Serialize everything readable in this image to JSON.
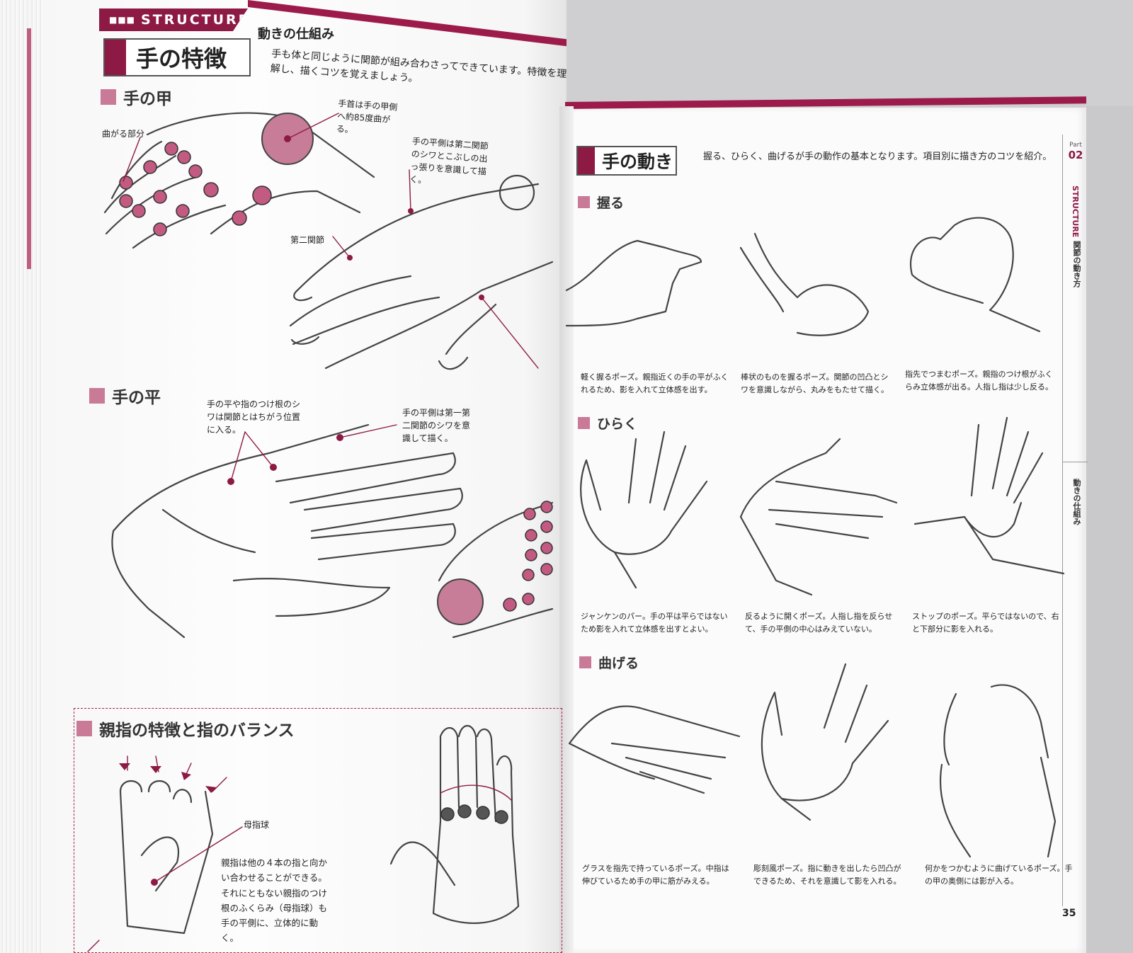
{
  "header": {
    "structure_label": "STRUCTURE",
    "section_caption": "動きの仕組み",
    "part_label": "Part",
    "part_number": "02",
    "side_structure": "STRUCTURE",
    "side_topic": "関節の動き方",
    "side_chapter": "動きの仕組み",
    "page_number": "35"
  },
  "left": {
    "title": "手の特徴",
    "lead": "手も体と同じように関節が組み合わさってできています。特徴を理解し、描くコツを覚えましょう。",
    "back": {
      "heading": "手の甲",
      "bend_label": "曲がる部分",
      "wrist_note": "手首は手の甲側へ約85度曲がる。",
      "palm_side_note": "手の平側は第二関節のシワとこぶしの出っ張りを意識して描く。",
      "second_joint_label": "第二関節"
    },
    "palm": {
      "heading": "手の平",
      "crease_note": "手の平や指のつけ根のシワは関節とはちがう位置に入る。",
      "palm_side_note": "手の平側は第一第二関節のシワを意識して描く。"
    },
    "balance": {
      "heading": "親指の特徴と指のバランス",
      "thenar_label": "母指球",
      "thumb_note": "親指は他の４本の指と向かい合わせることができる。それにともない親指のつけ根のふくらみ（母指球）も手の平側に、立体的に動く。"
    }
  },
  "right": {
    "title": "手の動き",
    "lead": "握る、ひらく、曲げるが手の動作の基本となります。項目別に描き方のコツを紹介。",
    "sections": [
      {
        "heading": "握る",
        "captions": [
          "軽く握るポーズ。親指近くの手の平がふくれるため、影を入れて立体感を出す。",
          "棒状のものを握るポーズ。関節の凹凸とシワを意識しながら、丸みをもたせて描く。",
          "指先でつまむポーズ。親指のつけ根がふくらみ立体感が出る。人指し指は少し反る。"
        ]
      },
      {
        "heading": "ひらく",
        "captions": [
          "ジャンケンのパー。手の平は平らではないため影を入れて立体感を出すとよい。",
          "反るように開くポーズ。人指し指を反らせて、手の平側の中心はみえていない。",
          "ストップのポーズ。平らではないので、右と下部分に影を入れる。"
        ]
      },
      {
        "heading": "曲げる",
        "captions": [
          "グラスを指先で持っているポーズ。中指は伸びているため手の甲に筋がみえる。",
          "彫刻風ポーズ。指に動きを出したら凹凸ができるため、それを意識して影を入れる。",
          "何かをつかむように曲げているポーズ。手の甲の奥側には影が入る。"
        ]
      }
    ]
  },
  "colors": {
    "accent": "#8d1a45",
    "joint_pink": "#c97a97"
  }
}
